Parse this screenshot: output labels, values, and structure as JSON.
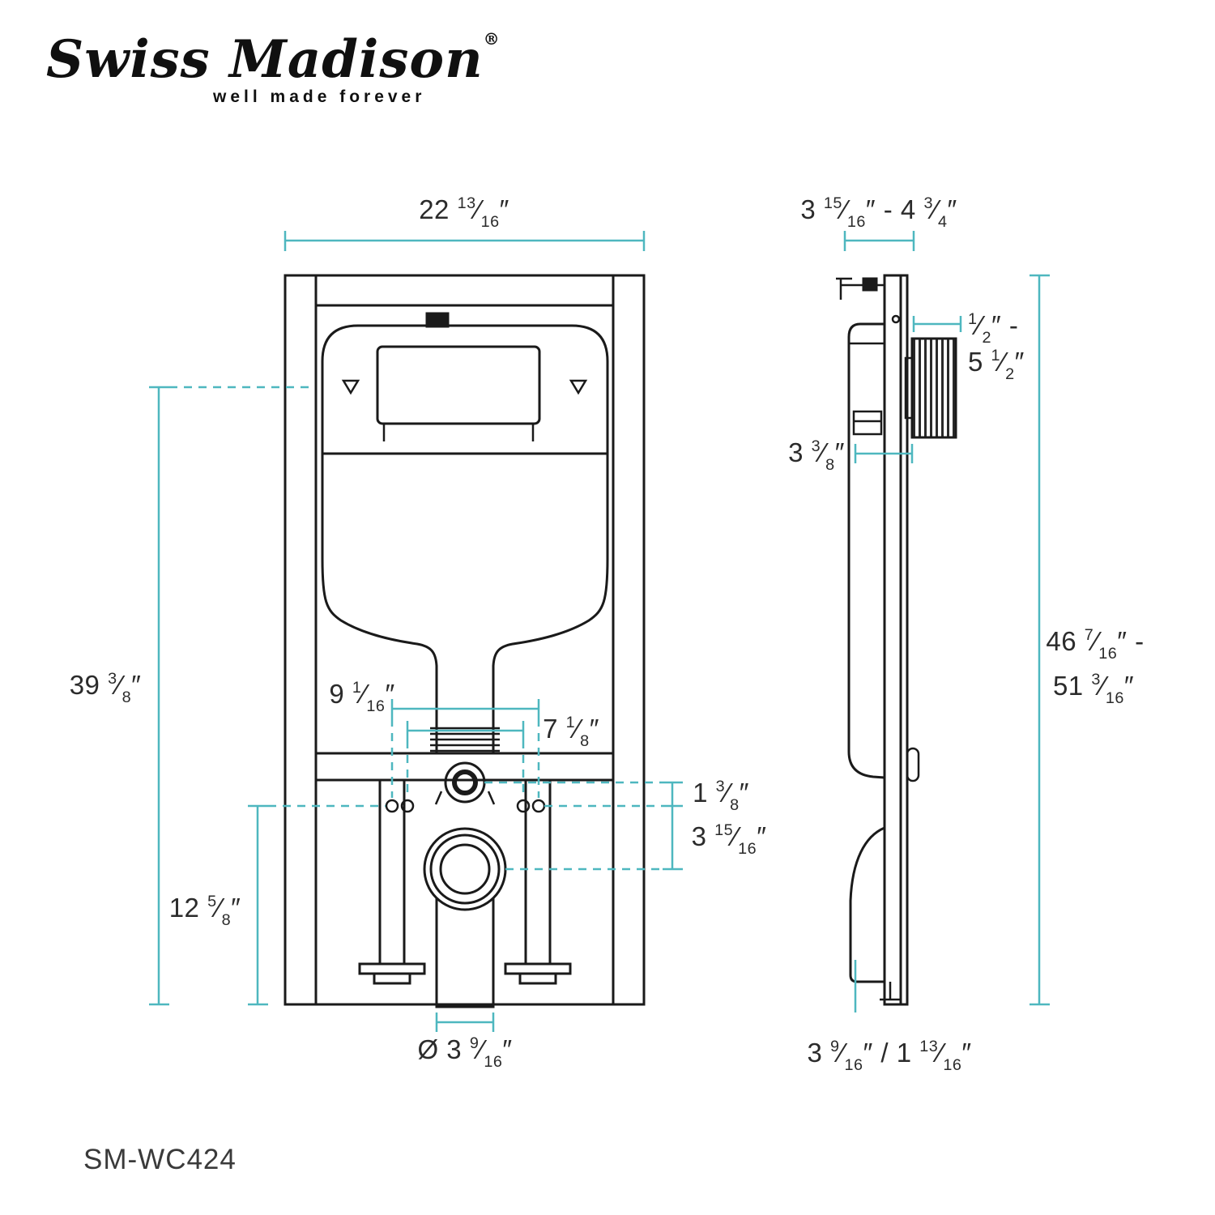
{
  "brand": {
    "name": "Swiss Madison",
    "reg": "®",
    "tagline": "well made forever"
  },
  "model": "SM-WC424",
  "dims": {
    "front_width": "22 13/16″",
    "side_depth_range": "3 15/16″ - 4 3/4″",
    "supply_range_line1": "1/2″ -",
    "supply_range_line2": "5 1/2″",
    "tank_depth": "3 3/8″",
    "front_height": "39 3/8″",
    "bolt_spacing_outer": "9 1/16″",
    "bolt_spacing_inner": "7 1/8″",
    "inlet_offset": "1 3/8″",
    "drain_offset": "3 15/16″",
    "drain_height": "12 5/8″",
    "height_range_line1": "46 7/16″ -",
    "height_range_line2": "51 3/16″",
    "drain_diameter": "Ø 3 9/16″",
    "foot_dims": "3 9/16″ / 1 13/16″"
  },
  "colors": {
    "dimension_accent": "#4eb7bf",
    "line": "#1a1a1a"
  }
}
